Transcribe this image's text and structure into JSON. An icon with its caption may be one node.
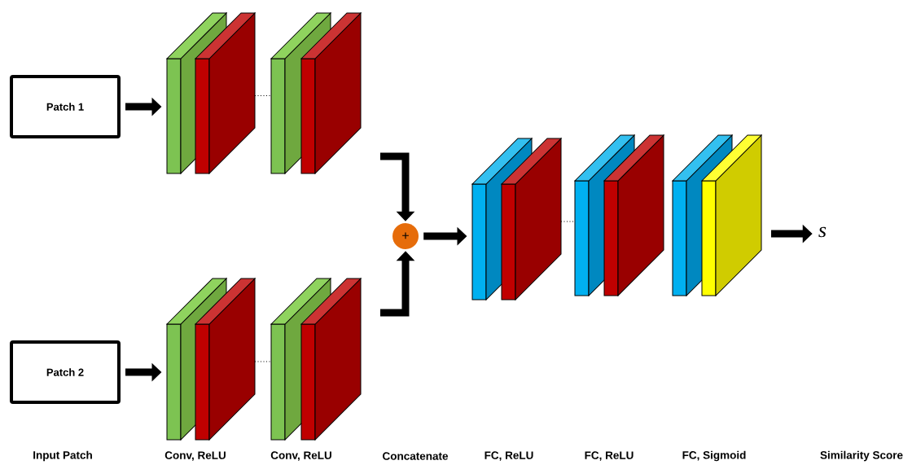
{
  "diagram": {
    "nodes": [
      {
        "text": [
          "Patch 1"
        ]
      },
      {
        "text": [
          "Patch 2"
        ]
      },
      {
        "text": [],
        "shape": "box"
      },
      {
        "text": [],
        "shape": "box"
      },
      {
        "text": [],
        "shape": "box"
      },
      {
        "text": [],
        "shape": "box"
      },
      {
        "text": [],
        "shape": "box"
      },
      {
        "text": [],
        "shape": "box"
      },
      {
        "text": [],
        "shape": "box"
      },
      {
        "text": [],
        "shape": "box"
      },
      {
        "text": [
          "+"
        ]
      },
      {
        "text": [],
        "shape": "box"
      },
      {
        "text": [],
        "shape": "box"
      },
      {
        "text": [],
        "shape": "box"
      },
      {
        "text": [],
        "shape": "box"
      },
      {
        "text": [],
        "shape": "box"
      },
      {
        "text": [],
        "shape": "box"
      },
      {
        "text": [
          "s"
        ]
      }
    ],
    "edges": [
      {
        "from": 0,
        "to": 2,
        "arrow": "to"
      },
      {
        "from": 1,
        "to": 6,
        "arrow": "to"
      },
      {
        "from": 3,
        "to": 4,
        "arrow": "none",
        "style": "dashed"
      },
      {
        "from": 7,
        "to": 8,
        "arrow": "none",
        "style": "dashed"
      },
      {
        "from": null,
        "to": 10,
        "arrow": "to"
      },
      {
        "from": null,
        "to": 10,
        "arrow": "to"
      },
      {
        "from": 10,
        "to": 11,
        "arrow": "to"
      },
      {
        "from": 12,
        "to": 13,
        "arrow": "none",
        "style": "dashed"
      },
      {
        "from": 16,
        "to": 17,
        "arrow": "to"
      }
    ],
    "labels": [
      "Input Patch",
      "Conv, ReLU",
      "Conv, ReLU",
      "Concatenate",
      "FC, ReLU",
      "FC, ReLU",
      "FC, Sigmoid",
      "Similarity Score"
    ]
  }
}
